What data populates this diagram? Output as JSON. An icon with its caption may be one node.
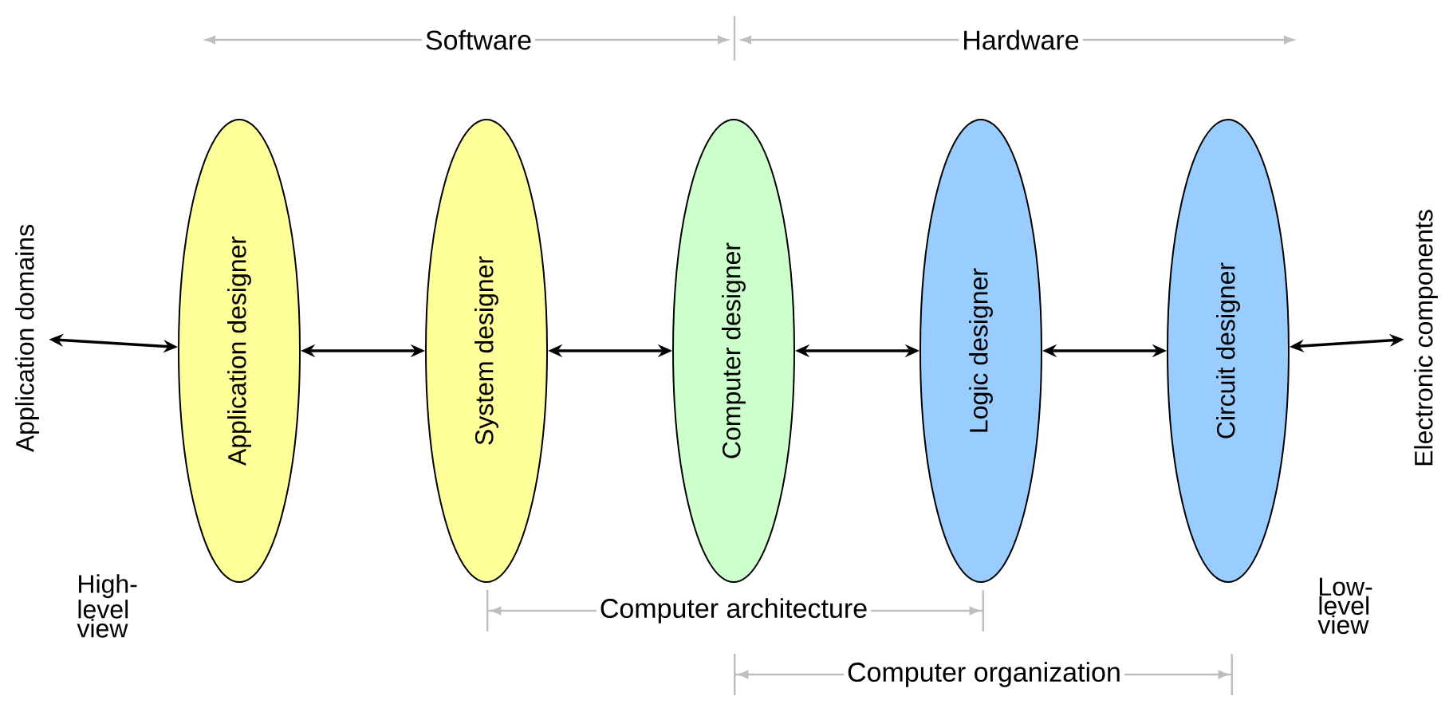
{
  "diagram": {
    "nodes": [
      {
        "text": [
          "Application domains"
        ]
      },
      {
        "text": [
          "Application designer"
        ]
      },
      {
        "text": [
          "System designer"
        ]
      },
      {
        "text": [
          "Computer designer"
        ]
      },
      {
        "text": [
          "Logic designer"
        ]
      },
      {
        "text": [
          "Circuit designer"
        ]
      },
      {
        "text": [
          "Electronic components"
        ]
      }
    ],
    "edges": [
      {
        "from": 0,
        "to": 1,
        "arrow": "both"
      },
      {
        "from": 1,
        "to": 2,
        "arrow": "both"
      },
      {
        "from": 2,
        "to": 3,
        "arrow": "both"
      },
      {
        "from": 3,
        "to": 4,
        "arrow": "both"
      },
      {
        "from": 4,
        "to": 5,
        "arrow": "both"
      },
      {
        "from": 5,
        "to": 6,
        "arrow": "both"
      }
    ],
    "labels": [
      "Software",
      "Hardware",
      "High-level view",
      "Computer architecture",
      "Computer organization",
      "Low-level view"
    ]
  }
}
